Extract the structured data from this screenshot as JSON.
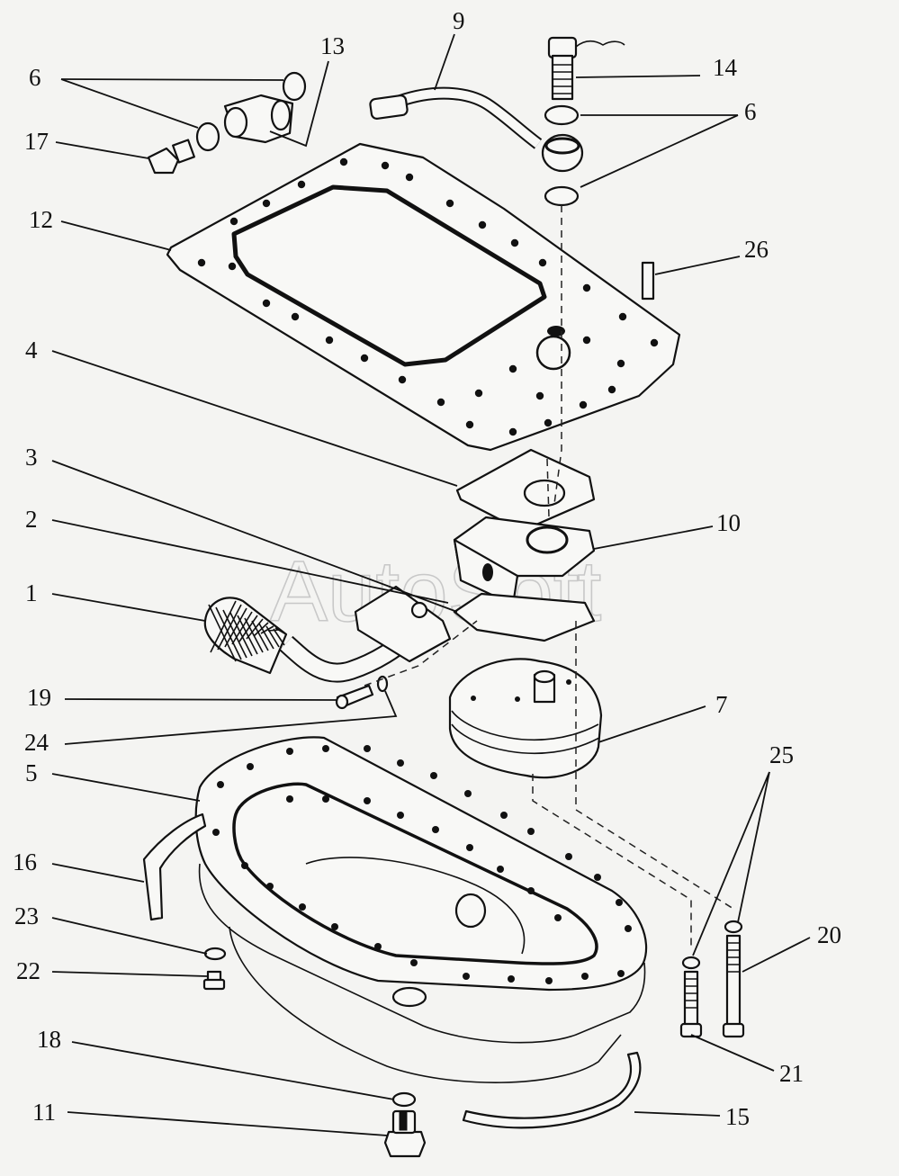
{
  "watermark": "AutoSoft",
  "callouts": [
    {
      "id": "c6a",
      "label": "6"
    },
    {
      "id": "c13",
      "label": "13"
    },
    {
      "id": "c9",
      "label": "9"
    },
    {
      "id": "c14",
      "label": "14"
    },
    {
      "id": "c6b",
      "label": "6"
    },
    {
      "id": "c17",
      "label": "17"
    },
    {
      "id": "c12",
      "label": "12"
    },
    {
      "id": "c26",
      "label": "26"
    },
    {
      "id": "c4",
      "label": "4"
    },
    {
      "id": "c3",
      "label": "3"
    },
    {
      "id": "c10",
      "label": "10"
    },
    {
      "id": "c2",
      "label": "2"
    },
    {
      "id": "c1",
      "label": "1"
    },
    {
      "id": "c19",
      "label": "19"
    },
    {
      "id": "c7",
      "label": "7"
    },
    {
      "id": "c24",
      "label": "24"
    },
    {
      "id": "c5",
      "label": "5"
    },
    {
      "id": "c25",
      "label": "25"
    },
    {
      "id": "c16",
      "label": "16"
    },
    {
      "id": "c20",
      "label": "20"
    },
    {
      "id": "c23",
      "label": "23"
    },
    {
      "id": "c22",
      "label": "22"
    },
    {
      "id": "c21",
      "label": "21"
    },
    {
      "id": "c18",
      "label": "18"
    },
    {
      "id": "c15",
      "label": "15"
    },
    {
      "id": "c11",
      "label": "11"
    }
  ]
}
